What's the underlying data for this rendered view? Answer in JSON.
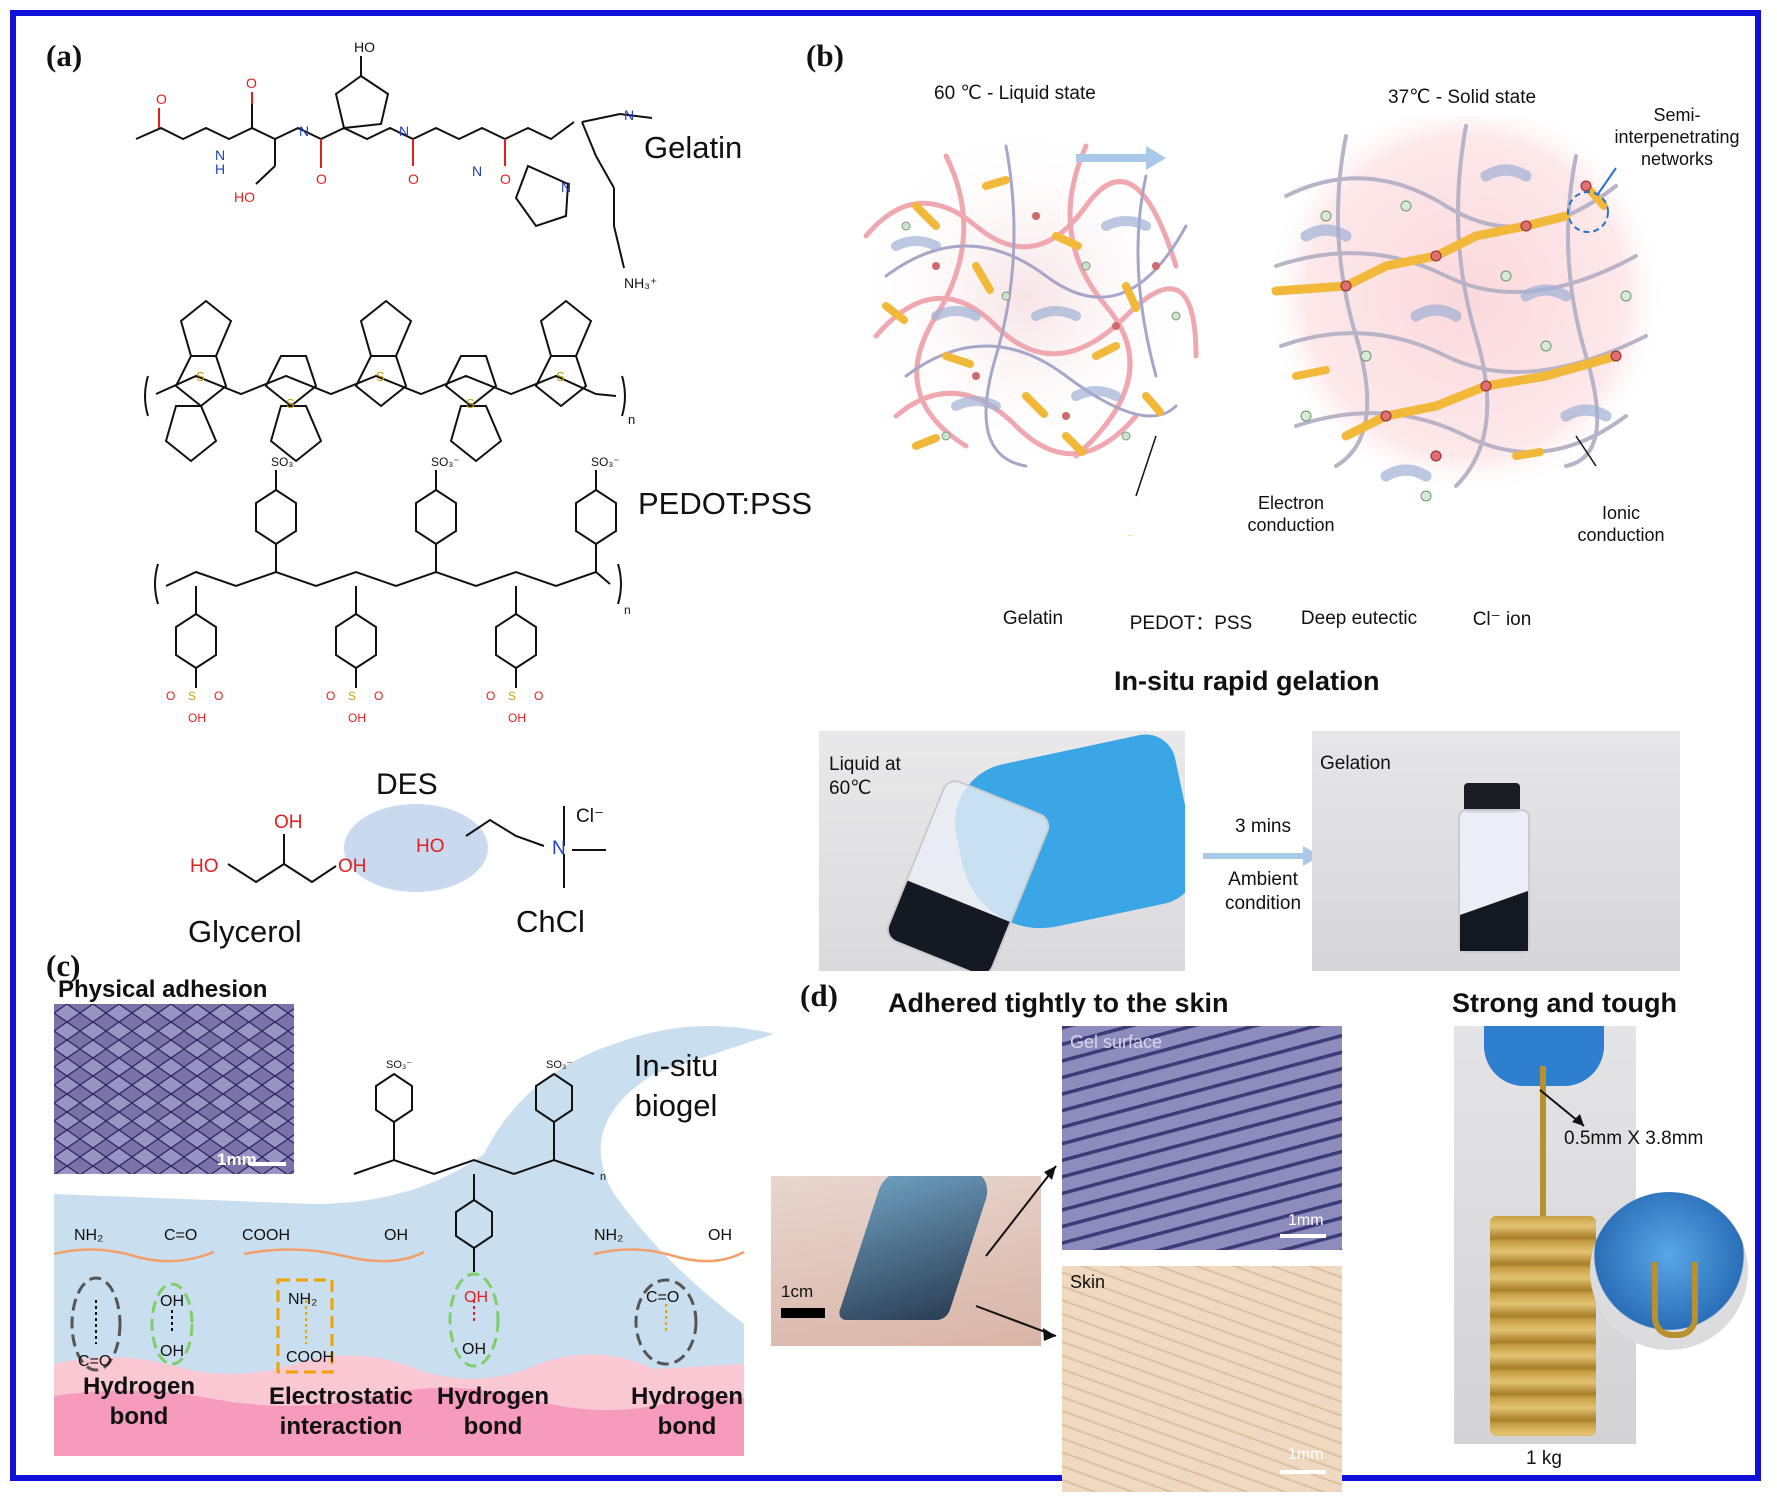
{
  "panel_a": {
    "label": "(a)",
    "gelatin_name": "Gelatin",
    "pedot_name": "PEDOT:PSS",
    "des_label": "DES",
    "glycerol_name": "Glycerol",
    "chcl_name": "ChCl",
    "cl_label": "Cl⁻",
    "atoms": {
      "ho": "HO",
      "oh": "OH",
      "o": "O",
      "s": "S",
      "n": "N",
      "h": "H",
      "so3": "SO₃⁻",
      "nh3": "NH₃⁺",
      "n_sub": "n"
    }
  },
  "panel_b": {
    "label": "(b)",
    "liquid_state": "60 ℃ - Liquid state",
    "solid_state": "37℃ - Solid state",
    "semi_ipn": "Semi-\ninterpenetrating\nnetworks",
    "electron_conduction": "Electron\nconduction",
    "ionic_conduction": "Ionic\nconduction",
    "legend": [
      "Gelatin",
      "PEDOT：PSS",
      "Deep eutectic",
      "Cl⁻ ion"
    ],
    "gelation_title": "In-situ rapid gelation",
    "photo_liquid_label": "Liquid at\n60℃",
    "arrow_top": "3 mins",
    "arrow_bottom": "Ambient\ncondition",
    "photo_gel_label": "Gelation"
  },
  "panel_c": {
    "label": "(c)",
    "physical_adhesion": "Physical adhesion",
    "scale_1mm": "1mm",
    "biogel": "In-situ\nbiogel",
    "bonds": [
      "Hydrogen\nbond",
      "Electrostatic\ninteraction",
      "Hydrogen\nbond",
      "Hydrogen\nbond"
    ],
    "groups": {
      "nh2": "NH₂",
      "co": "C=O",
      "cooh": "COOH",
      "oh": "OH"
    }
  },
  "panel_d": {
    "label": "(d)",
    "adhered_title": "Adhered tightly to the skin",
    "strong_title": "Strong and tough",
    "gel_surface": "Gel surface",
    "skin": "Skin",
    "scale_1mm": "1mm",
    "scale_1cm": "1cm",
    "dimension": "0.5mm X 3.8mm",
    "weight": "1 kg"
  },
  "colors": {
    "frame": "#1010d8",
    "hetero_red": "#e02020",
    "gelatin_pink": "#f3a7a7",
    "pedot_yellow": "#f2b83a",
    "des_blue": "#9fb1d6",
    "biogel_blue": "#c9dff0",
    "skin_pink": "#f79bbd",
    "glove_blue": "#3aa6e6"
  }
}
